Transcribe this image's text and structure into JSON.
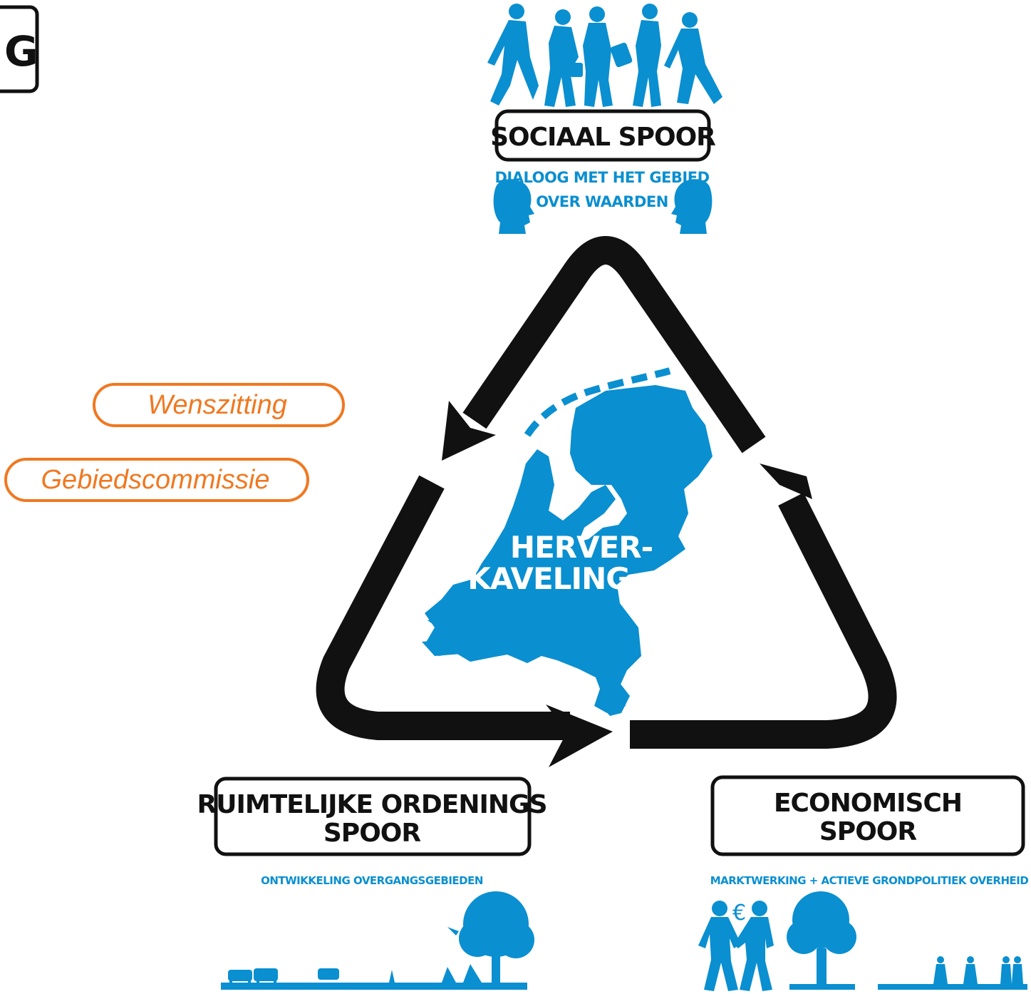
{
  "corner_letter": "G",
  "social": {
    "title": "SOCIAAL SPOOR",
    "subtitle_line1": "DIALOOG MET HET GEBIED",
    "subtitle_line2": "OVER WAARDEN"
  },
  "spatial": {
    "title_line1": "RUIMTELIJKE ORDENINGS",
    "title_line2": "SPOOR",
    "subtitle": "ONTWIKKELING OVERGANGSGEBIEDEN"
  },
  "economic": {
    "title_line1": "ECONOMISCH",
    "title_line2": "SPOOR",
    "subtitle": "MARKTWERKING + ACTIEVE GRONDPOLITIEK OVERHEID",
    "currency_symbol": "€"
  },
  "center": {
    "line1": "HERVER-",
    "line2": "KAVELING"
  },
  "annotations": {
    "wenszitting": "Wenszitting",
    "gebiedscommissie": "Gebiedscommissie"
  },
  "colors": {
    "blue": "#0a8fd0",
    "orange": "#f07820",
    "black": "#111111"
  }
}
